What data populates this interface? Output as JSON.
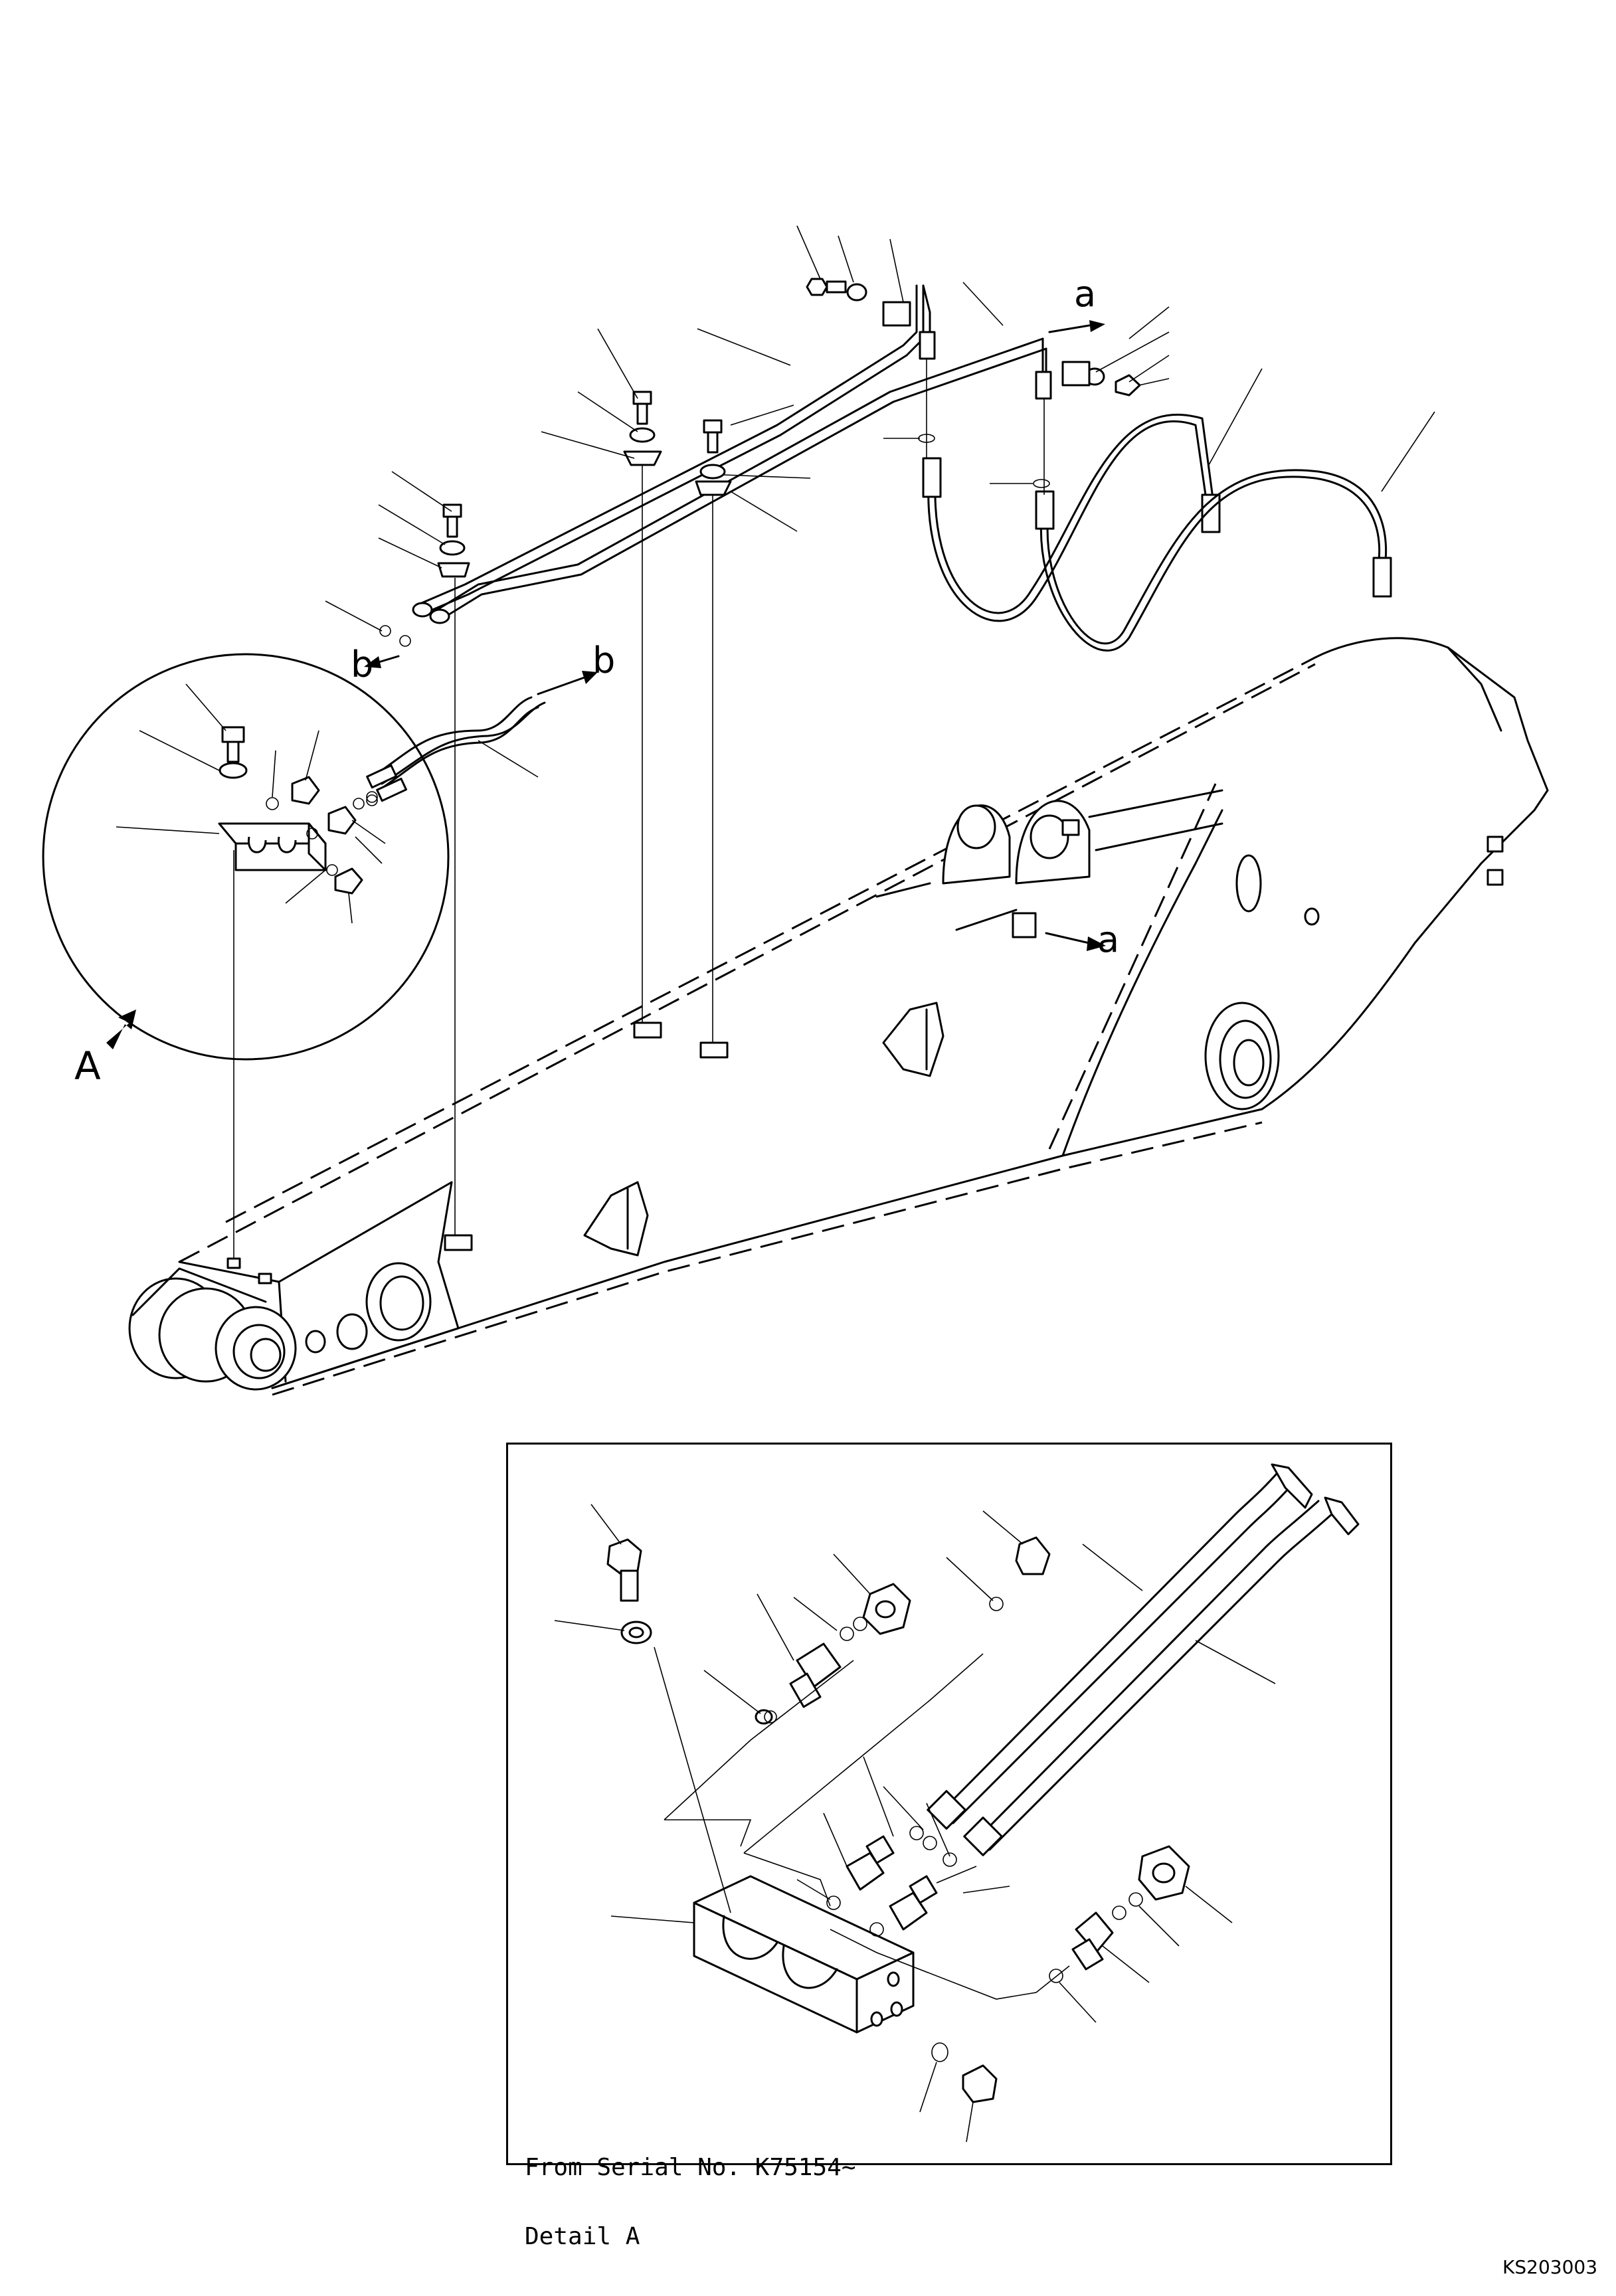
{
  "diagram": {
    "view_labels": {
      "view_a_marker": "A",
      "arrow_a": "a",
      "arrow_b": "b"
    },
    "detail_box": {
      "serial_note": "From Serial No. K75154~",
      "caption": "Detail A"
    },
    "drawing_code": "KS203003"
  }
}
